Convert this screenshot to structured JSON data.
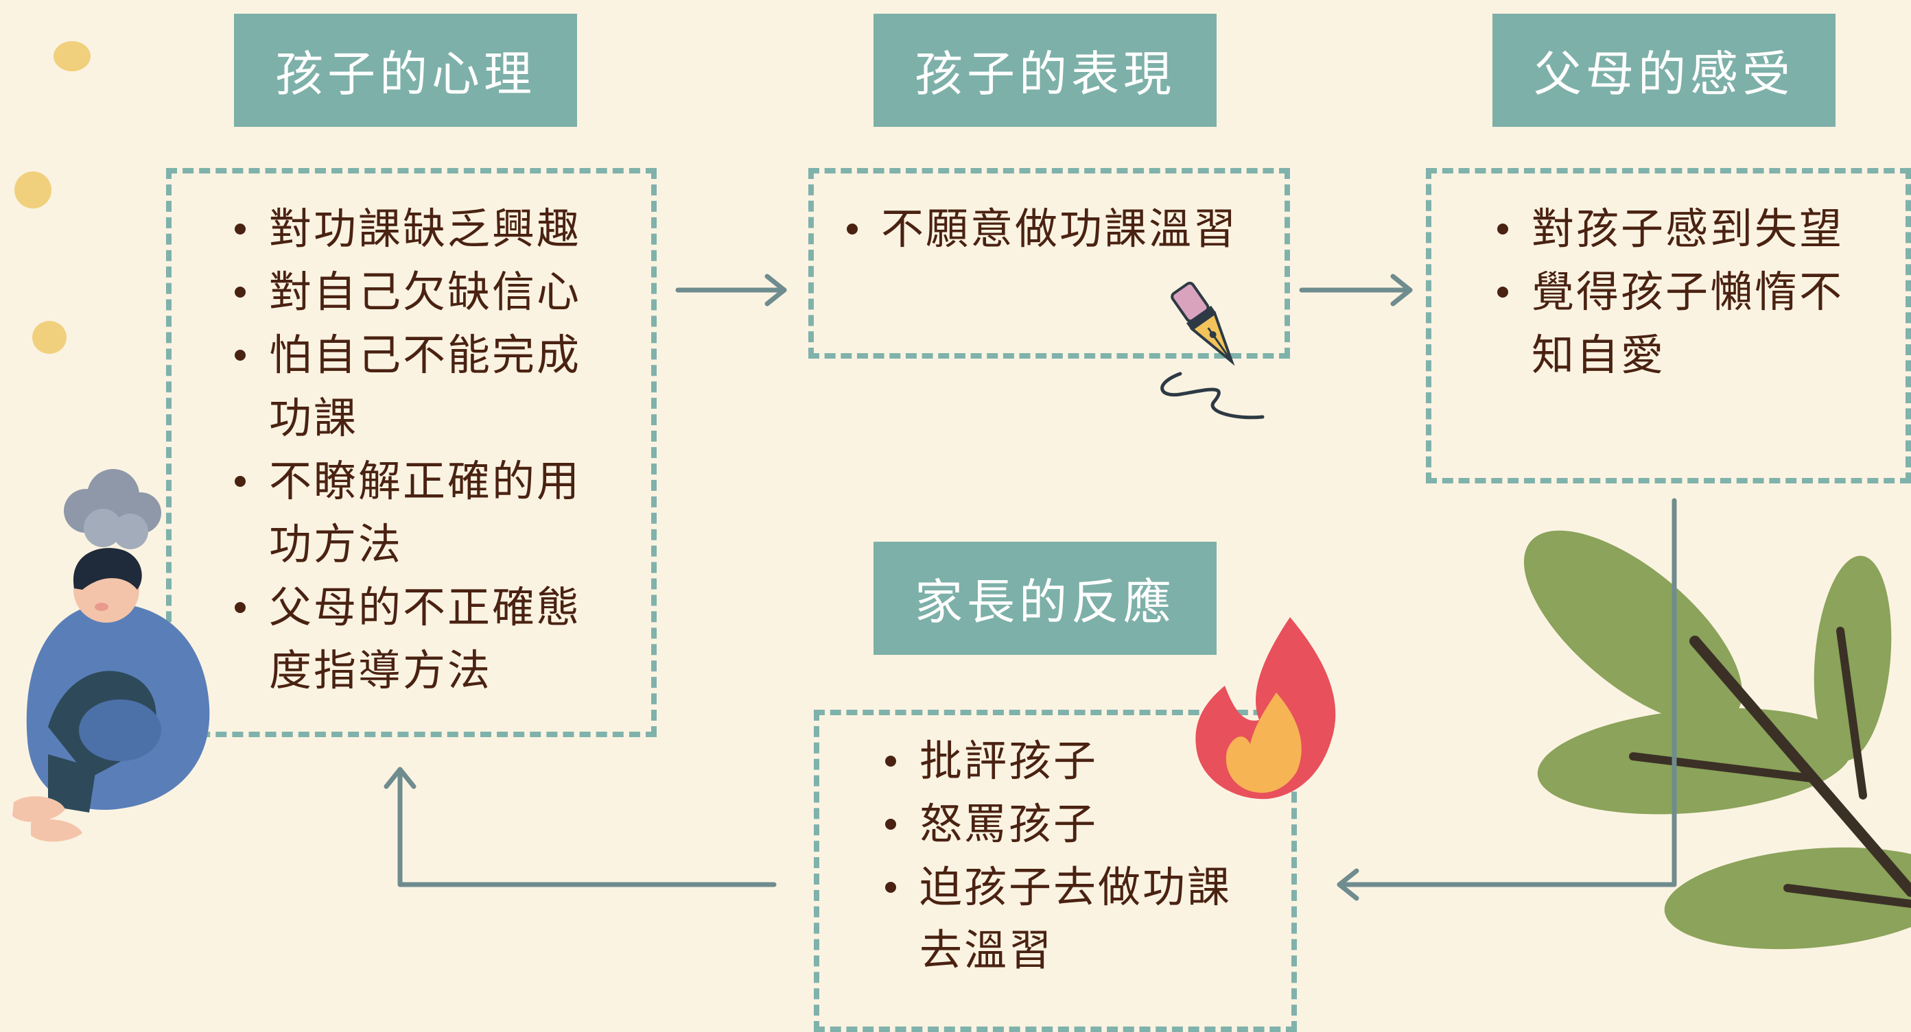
{
  "sections": {
    "child_psychology": {
      "title": "孩子的心理",
      "items": [
        "對功課缺乏興趣",
        "對自己欠缺信心",
        "怕自己不能完成功課",
        "不瞭解正確的用功方法",
        "父母的不正確態度指導方法"
      ]
    },
    "child_behavior": {
      "title": "孩子的表現",
      "items": [
        "不願意做功課溫習"
      ]
    },
    "parent_feelings": {
      "title": "父母的感受",
      "items": [
        "對孩子感到失望",
        "覺得孩子懶惰不知自愛"
      ]
    },
    "parent_reaction": {
      "title": "家長的反應",
      "items": [
        "批評孩子",
        "怒罵孩子",
        "迫孩子去做功課去溫習"
      ]
    }
  },
  "colors": {
    "background": "#fbf3e2",
    "header_fill": "#7db0a8",
    "dashed_border": "#7fb2ab",
    "arrow": "#6f8c8f",
    "text": "#4a2212"
  },
  "icons": [
    "sad-child-illustration",
    "fountain-pen-icon",
    "fire-icon",
    "leaf-branch-illustration",
    "dot-decoration"
  ]
}
